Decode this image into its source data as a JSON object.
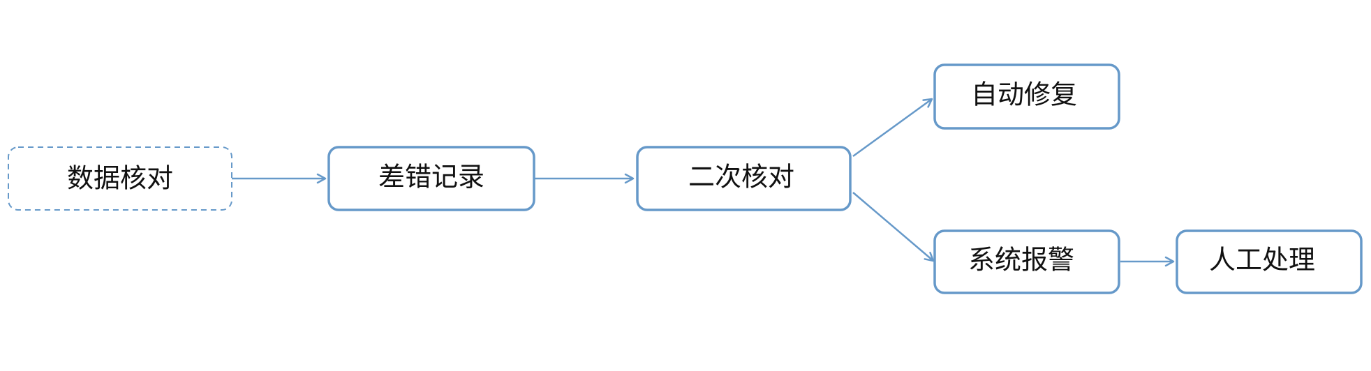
{
  "diagram": {
    "colors": {
      "stroke": "#6699c9",
      "text": "#111111",
      "background": "#ffffff"
    },
    "nodes": {
      "data_check": {
        "label": "数据核对",
        "style": "dashed"
      },
      "diff_record": {
        "label": "差错记录",
        "style": "solid"
      },
      "second_check": {
        "label": "二次核对",
        "style": "solid"
      },
      "auto_repair": {
        "label": "自动修复",
        "style": "solid"
      },
      "system_alarm": {
        "label": "系统报警",
        "style": "solid"
      },
      "manual_handle": {
        "label": "人工处理",
        "style": "solid"
      }
    },
    "edges": [
      {
        "from": "数据核对",
        "to": "差错记录"
      },
      {
        "from": "差错记录",
        "to": "二次核对"
      },
      {
        "from": "二次核对",
        "to": "自动修复"
      },
      {
        "from": "二次核对",
        "to": "系统报警"
      },
      {
        "from": "系统报警",
        "to": "人工处理"
      }
    ]
  }
}
